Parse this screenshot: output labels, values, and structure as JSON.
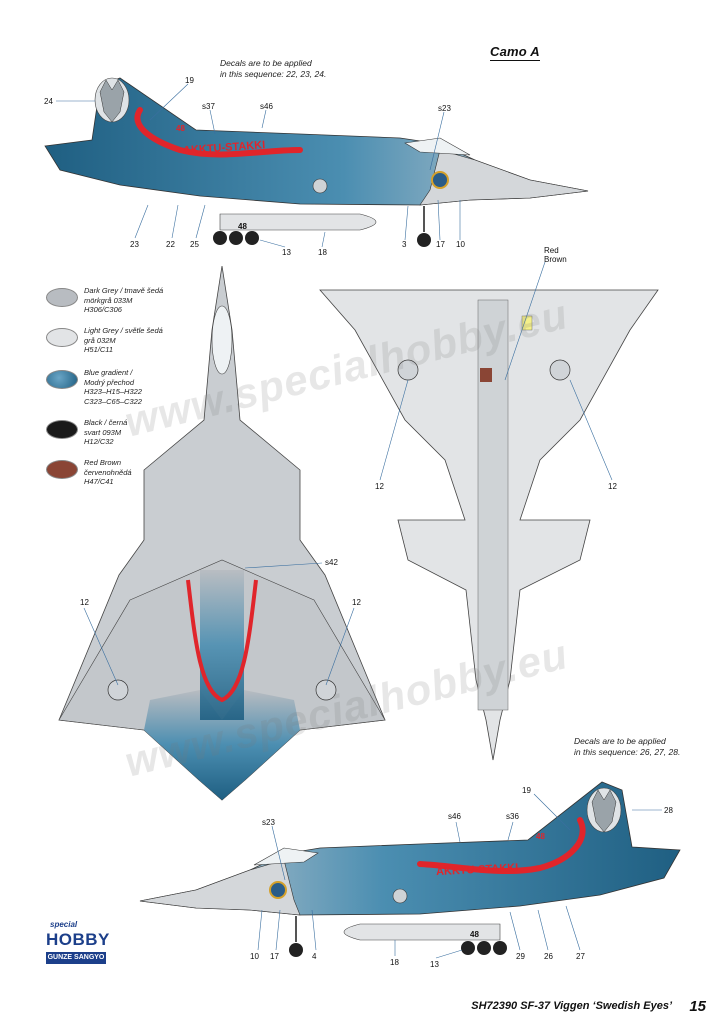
{
  "camo_title": "Camo A",
  "notes": {
    "top_line1": "Decals are to be applied",
    "top_line2": "in this sequence: 22, 23, 24.",
    "bottom_line1": "Decals are to be applied",
    "bottom_line2": "in this sequence: 26, 27, 28."
  },
  "watermark": "www.specialhobby.eu",
  "fuselage_text": "AKKTU-STAKKI",
  "legend": [
    {
      "line1": "Dark Grey / tmavě šedá",
      "line2": "mörkgrå 033M",
      "line3": "H306/C306",
      "line4": "",
      "color": "#b8bcc1"
    },
    {
      "line1": "Light Grey / světle šedá",
      "line2": "grå 032M",
      "line3": "H51/C11",
      "line4": "",
      "color": "#e2e4e6"
    },
    {
      "line1": "Blue gradient /",
      "line2": "Modrý přechod",
      "line3": "H323–H15–H322",
      "line4": "C323–C65–C322",
      "color": "#3b7fa3"
    },
    {
      "line1": "Black / černá",
      "line2": "svart 093M",
      "line3": "H12/C32",
      "line4": "",
      "color": "#1a1a1a"
    },
    {
      "line1": "Red Brown",
      "line2": "červenohnědá",
      "line3": "H47/C41",
      "line4": "",
      "color": "#8a4535"
    }
  ],
  "top_side_labels": {
    "l24": "24",
    "l19": "19",
    "ls37": "s37",
    "ls46": "s46",
    "ls23": "s23",
    "l23": "23",
    "l22": "22",
    "l25": "25",
    "l48": "48",
    "l13": "13",
    "l18": "18",
    "l3": "3",
    "l17": "17",
    "l10": "10",
    "l48b": "48"
  },
  "plan_labels": {
    "red": "Red",
    "brown": "Brown",
    "l12a": "12",
    "l12b": "12",
    "l12c": "12",
    "l12d": "12",
    "s42": "s42"
  },
  "bottom_side_labels": {
    "l19": "19",
    "l28": "28",
    "ls46": "s46",
    "ls36": "s36",
    "ls23": "s23",
    "l48": "48",
    "l10": "10",
    "l17": "17",
    "l4": "4",
    "l18": "18",
    "l13": "13",
    "l29": "29",
    "l26": "26",
    "l27": "27",
    "l48b": "48"
  },
  "footer": {
    "code": "SH72390  SF-37 Viggen ‘Swedish Eyes’",
    "page": "15"
  },
  "logo": {
    "special": "special",
    "hobby": "HOBBY",
    "gunze": "GUNZE SANGYO"
  },
  "colors": {
    "blue_dark": "#1f5f82",
    "blue_mid": "#3b7fa3",
    "light_grey": "#e2e4e6",
    "dark_grey": "#b8bcc1",
    "red": "#e0252b"
  }
}
